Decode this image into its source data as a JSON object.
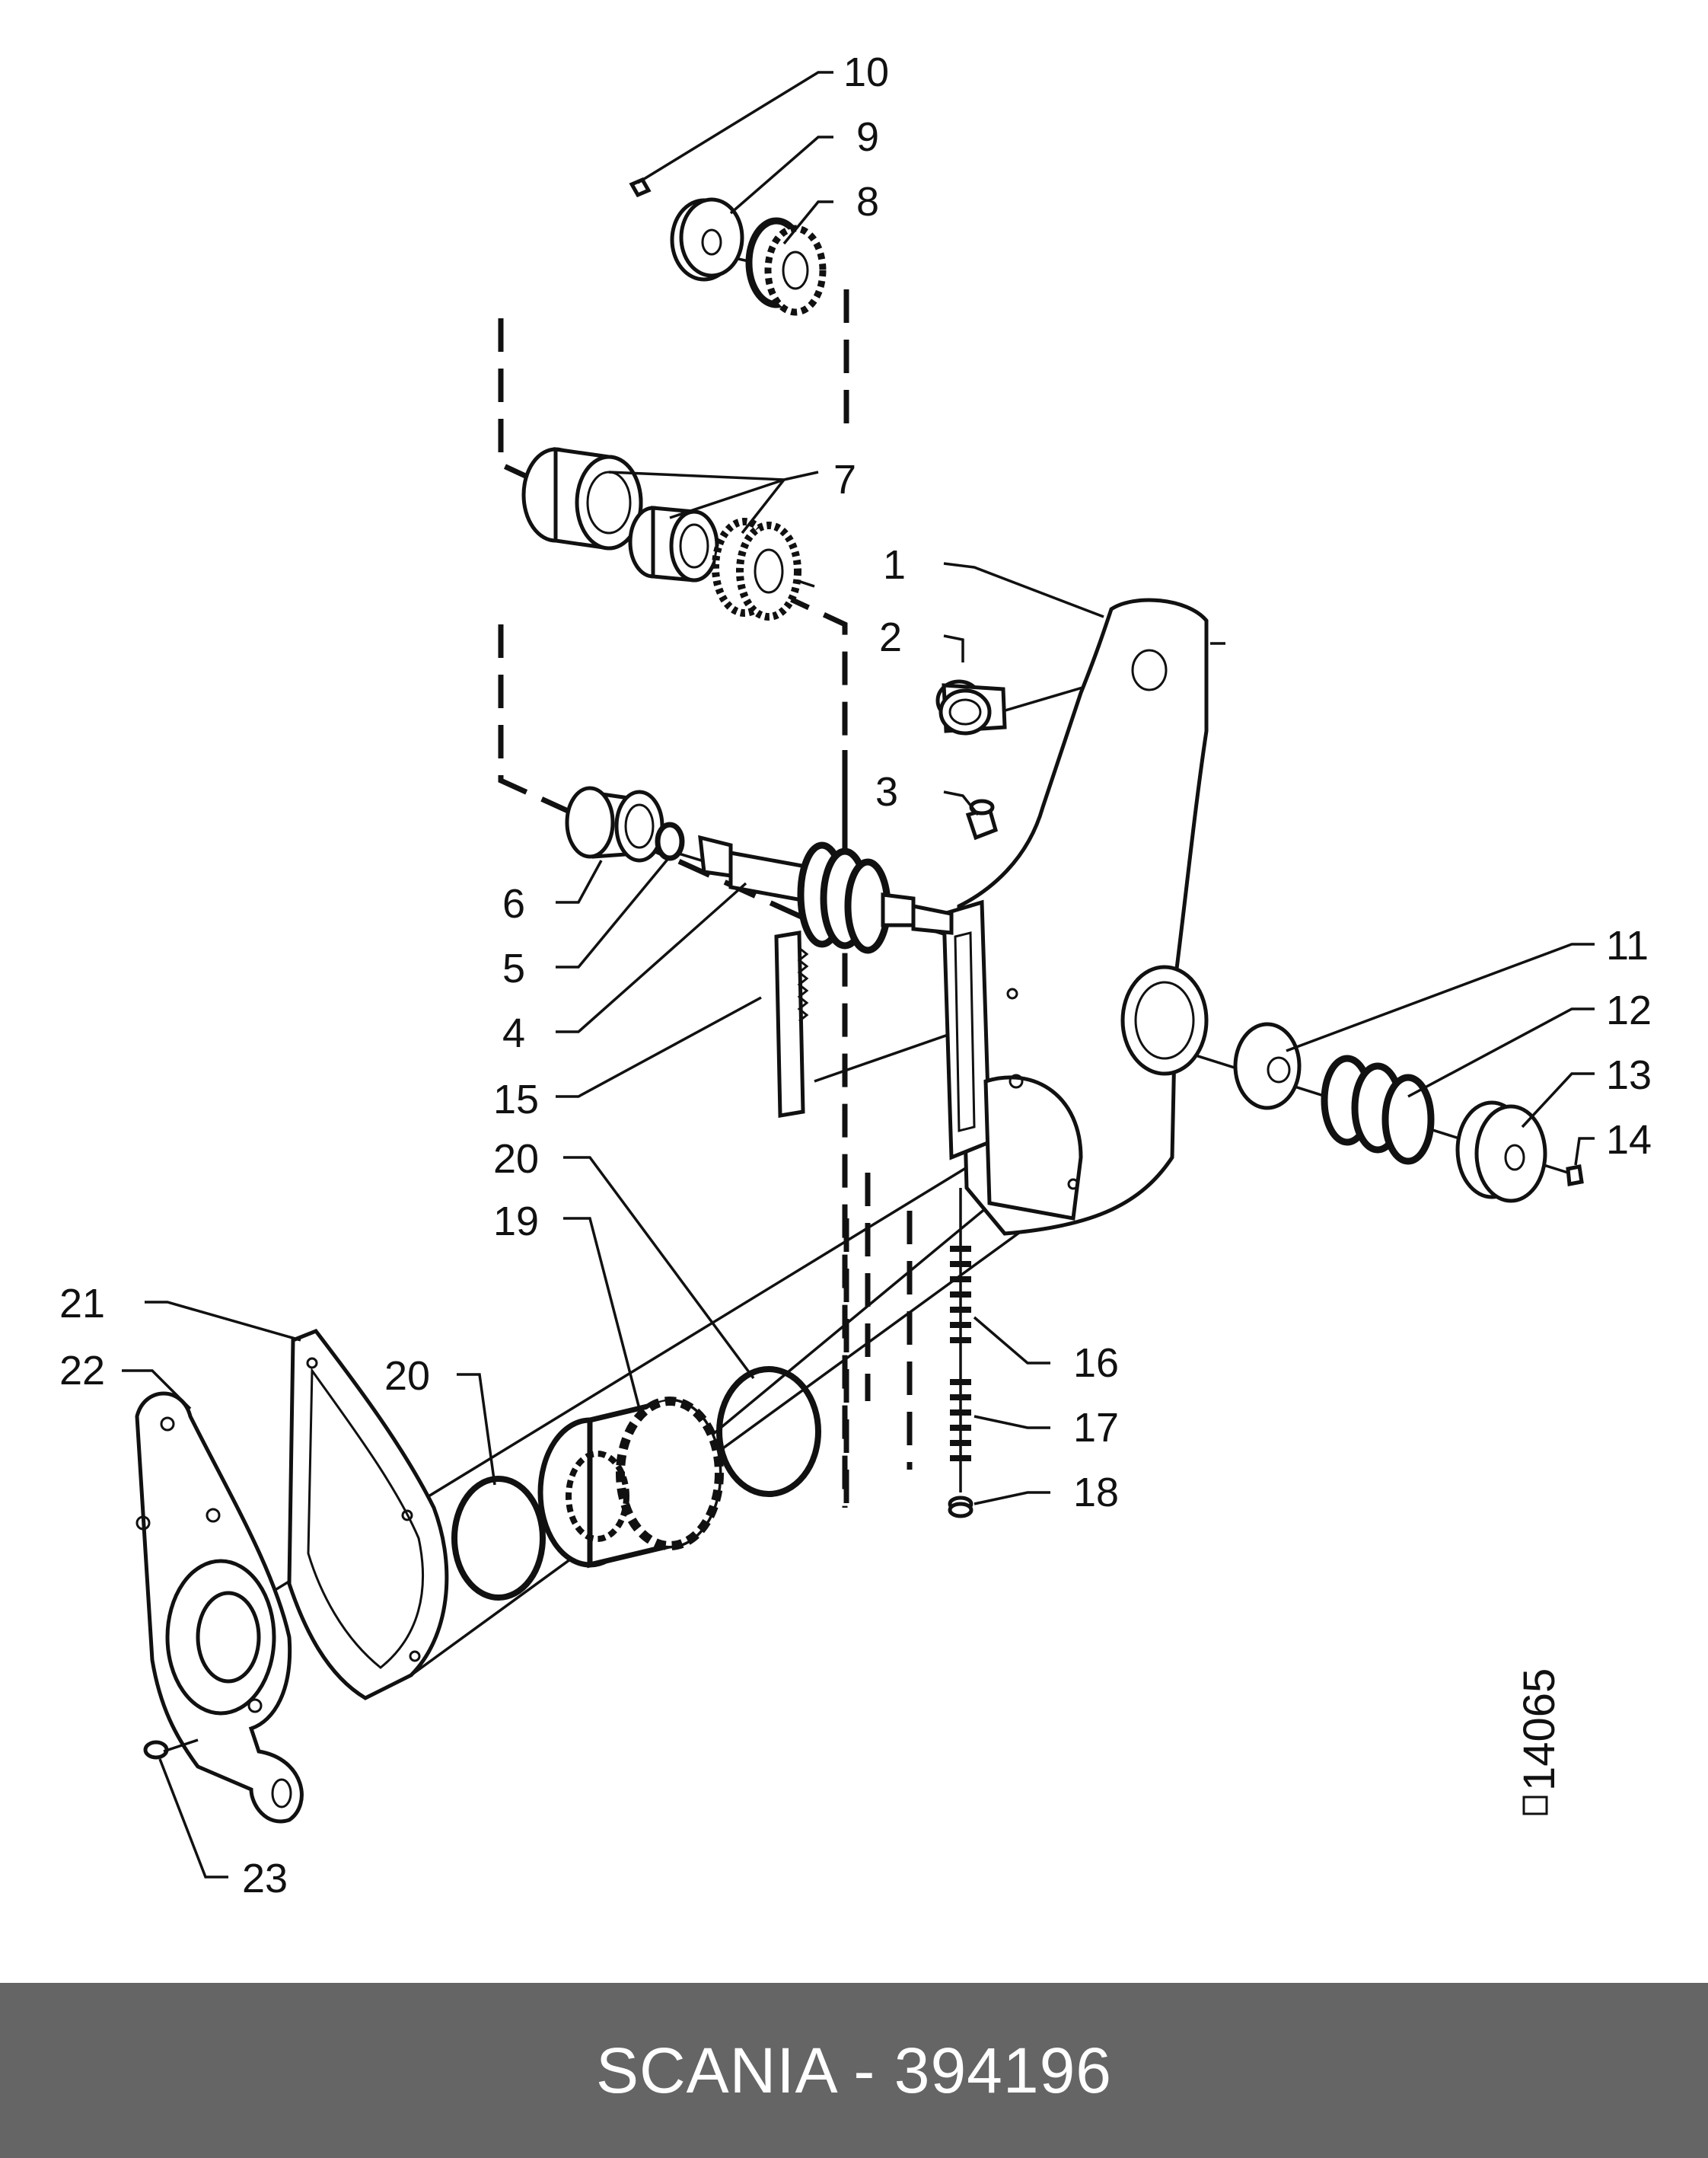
{
  "footer": {
    "text": "SCANIA - 394196"
  },
  "figure_code": "14065",
  "callouts": [
    "1",
    "2",
    "3",
    "4",
    "5",
    "6",
    "7",
    "8",
    "9",
    "10",
    "11",
    "12",
    "13",
    "14",
    "15",
    "16",
    "17",
    "18",
    "19",
    "20",
    "20",
    "21",
    "22",
    "23"
  ]
}
